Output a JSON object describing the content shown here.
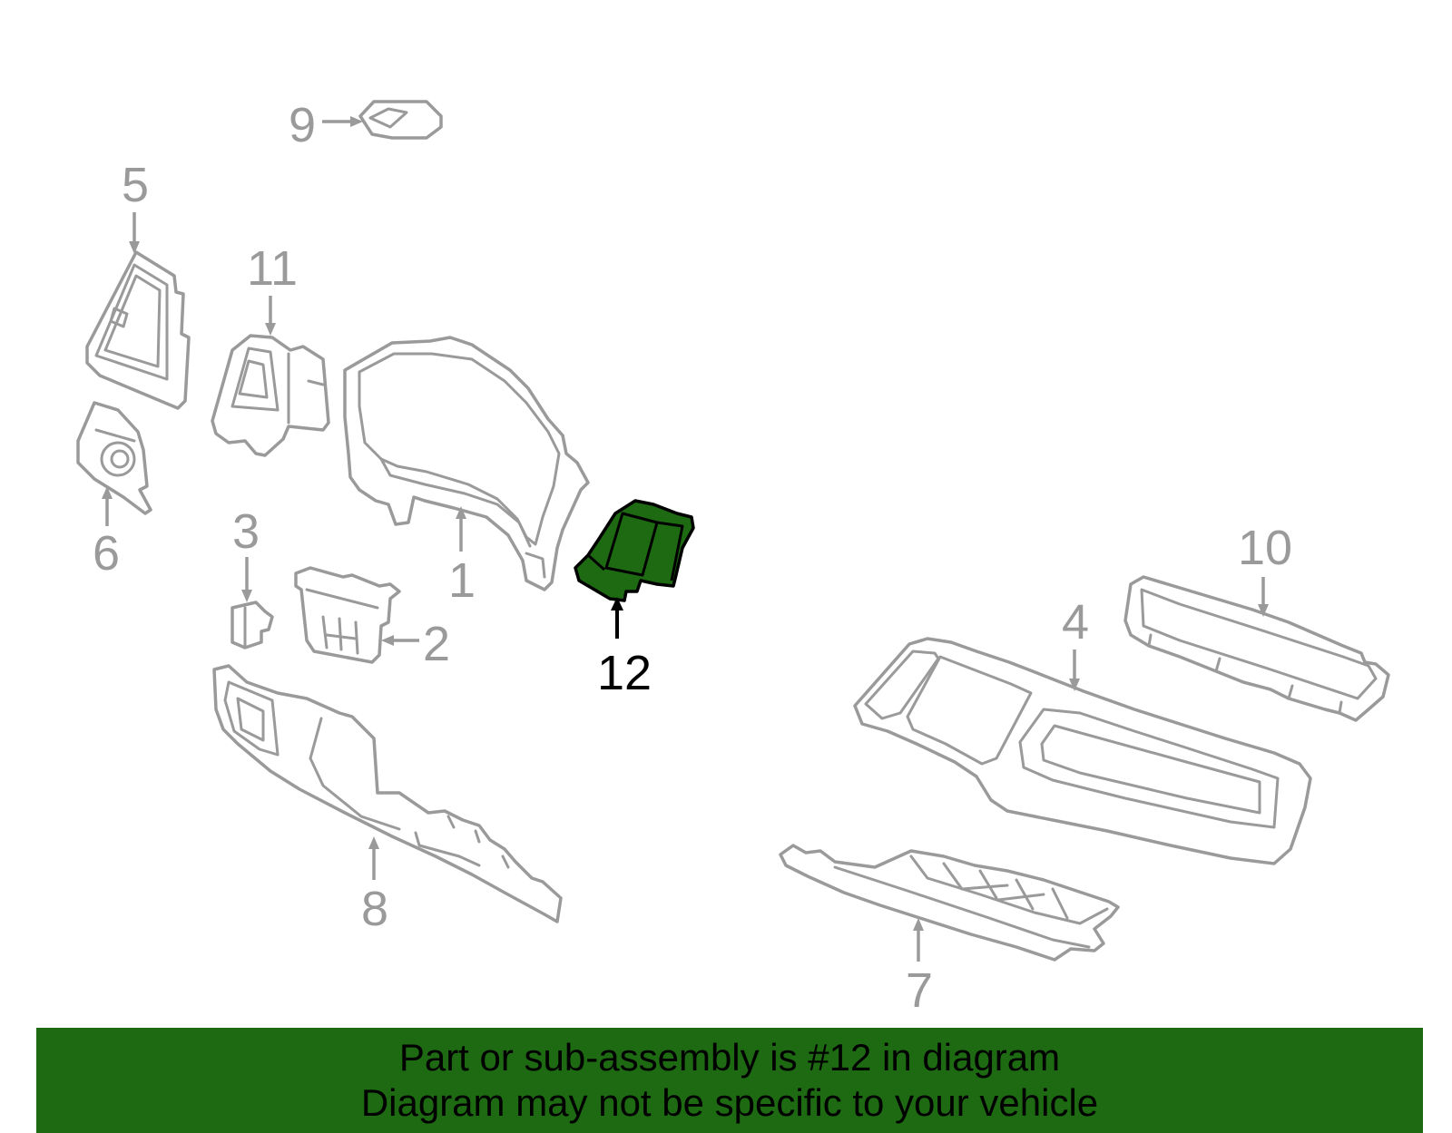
{
  "diagram": {
    "callouts": {
      "c1": "1",
      "c2": "2",
      "c3": "3",
      "c4": "4",
      "c5": "5",
      "c6": "6",
      "c7": "7",
      "c8": "8",
      "c9": "9",
      "c10": "10",
      "c11": "11",
      "c12": "12"
    },
    "highlighted_part": "12"
  },
  "banner": {
    "line1": "Part or sub-assembly is #12 in diagram",
    "line2": "Diagram may not be specific to your vehicle"
  },
  "colors": {
    "highlight": "#1d6a12",
    "part_outline": "#9a9a9a",
    "highlight_outline": "#000000",
    "background": "#ffffff"
  }
}
